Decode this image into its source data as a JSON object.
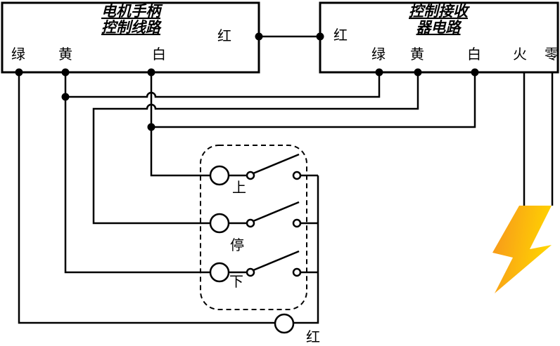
{
  "left_box": {
    "title": [
      "电机手柄",
      "控制线路"
    ],
    "terminals": {
      "green": "绿",
      "yellow": "黄",
      "white": "白",
      "red": "红"
    }
  },
  "right_box": {
    "title": [
      "控制接收",
      "器电路"
    ],
    "terminals": {
      "red": "红",
      "green": "绿",
      "yellow": "黄",
      "white": "白",
      "live": "火",
      "neutral": "零"
    }
  },
  "switch_box": {
    "switches": [
      {
        "label": "上"
      },
      {
        "label": "停"
      },
      {
        "label": "下"
      }
    ]
  },
  "indicator": {
    "label": "红"
  },
  "colors": {
    "wire": "#000000",
    "background": "#FFFFFF",
    "bolt_gradient_start": "#F7941E",
    "bolt_gradient_end": "#FFD400"
  }
}
